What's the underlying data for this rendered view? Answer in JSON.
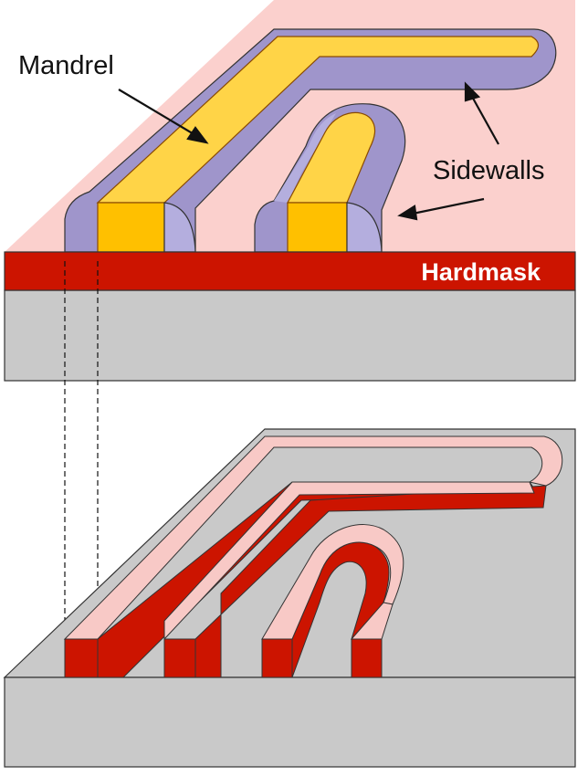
{
  "labels": {
    "mandrel": "Mandrel",
    "sidewalls": "Sidewalls",
    "hardmask": "Hardmask"
  },
  "colors": {
    "substrate": "#c9c9c9",
    "hardmask": "#cc1400",
    "background_plane": "#fbd0cd",
    "mandrel_top": "#ffd447",
    "mandrel_face": "#ffc000",
    "sidewall": "#9f95cb",
    "sidewall_light": "#b4aede",
    "pink_top": "#f8c9c6",
    "outline": "#333333"
  }
}
